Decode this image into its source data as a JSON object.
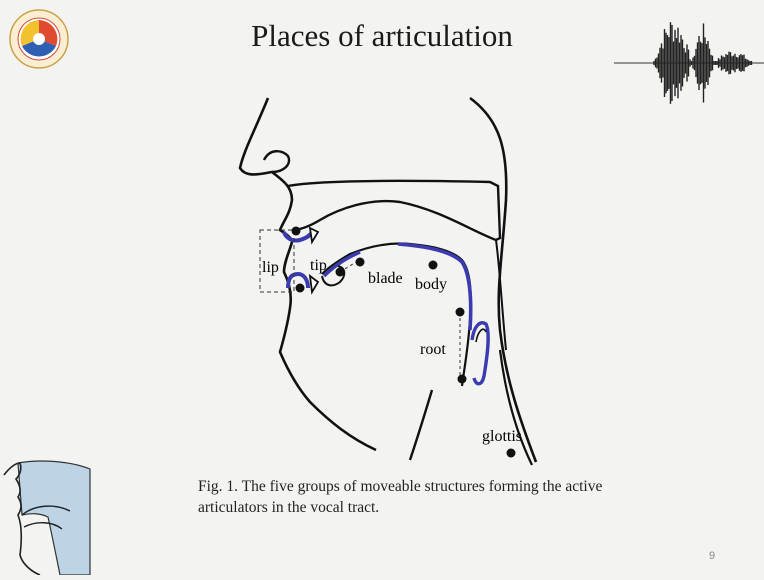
{
  "slide": {
    "title": "Places of articulation",
    "page_number": "9"
  },
  "figure": {
    "labels": {
      "lip": "lip",
      "tip": "tip",
      "blade": "blade",
      "body": "body",
      "root": "root",
      "glottis": "glottis"
    },
    "caption_line1": "Fig. 1. The five groups of moveable structures forming the active",
    "caption_line2": "articulators in the vocal tract."
  },
  "colors": {
    "background": "#f3f3f1",
    "articulator_highlight": "#3b3bb0",
    "outline": "#111111"
  },
  "icons": {
    "logo": "institute-seal-icon",
    "waveform": "speech-waveform-icon",
    "thumbnail": "vocal-tract-thumbnail-icon"
  }
}
